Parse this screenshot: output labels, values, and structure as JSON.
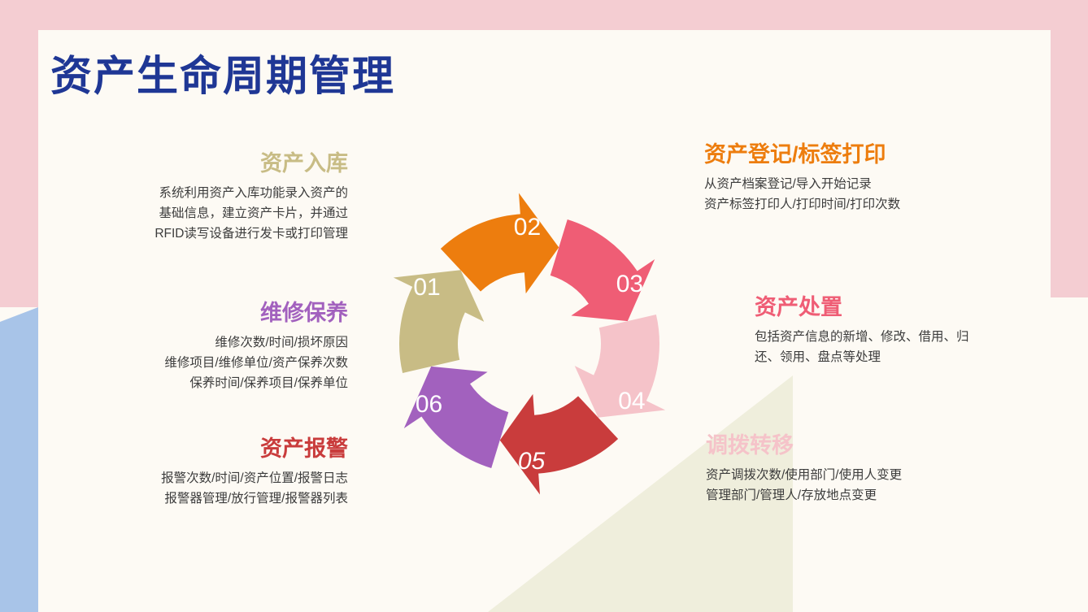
{
  "slide": {
    "title": "资产生命周期管理",
    "title_color": "#1F3795",
    "background_color": "#FDFAF4",
    "decor": {
      "pink": "#F4CDD2",
      "blue": "#A8C4E8",
      "beige": "#EFEEDC"
    }
  },
  "steps": [
    {
      "number": "01",
      "heading": "资产入库",
      "color": "#C8BC85",
      "lines": [
        "系统利用资产入库功能录入资产的",
        "基础信息，建立资产卡片，并通过",
        "RFID读写设备进行发卡或打印管理"
      ]
    },
    {
      "number": "02",
      "heading": "资产登记/标签打印",
      "color": "#ED7D0E",
      "lines": [
        "从资产档案登记/导入开始记录",
        "资产标签打印人/打印时间/打印次数"
      ]
    },
    {
      "number": "03",
      "heading": "资产处置",
      "color": "#EF5D75",
      "lines": [
        "包括资产信息的新增、修改、借用、归",
        "还、领用、盘点等处理"
      ]
    },
    {
      "number": "04",
      "heading": "调拨转移",
      "color": "#F5C3C9",
      "lines": [
        "资产调拨次数/使用部门/使用人变更",
        "管理部门/管理人/存放地点变更"
      ]
    },
    {
      "number": "05",
      "heading": "资产报警",
      "color": "#C93C3C",
      "lines": [
        "报警次数/时间/资产位置/报警日志",
        "报警器管理/放行管理/报警器列表"
      ]
    },
    {
      "number": "06",
      "heading": "维修保养",
      "color": "#A261BE",
      "lines": [
        "维修次数/时间/损坏原因",
        "维修项目/维修单位/资产保养次数",
        "保养时间/保养项目/保养单位"
      ]
    }
  ]
}
